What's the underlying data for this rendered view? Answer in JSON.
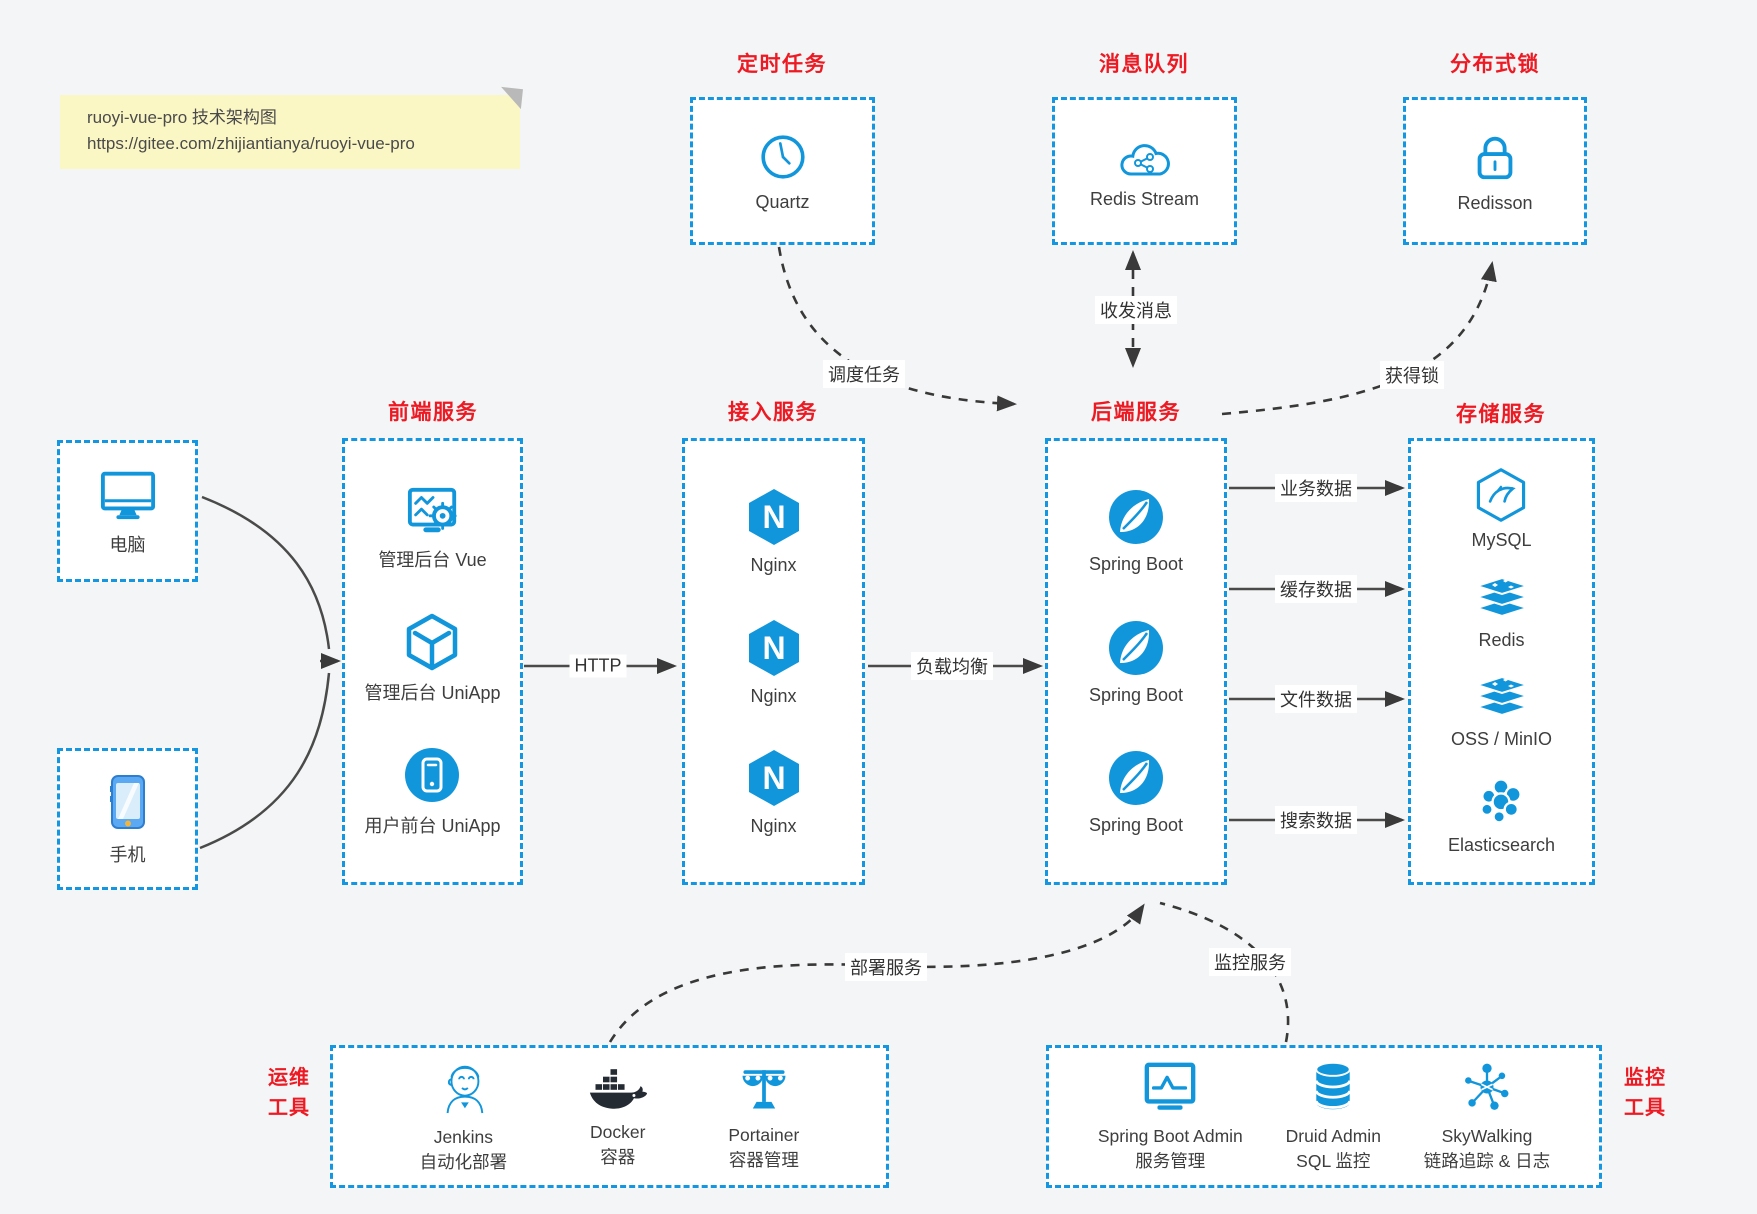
{
  "note": {
    "line1": "ruoyi-vue-pro 技术架构图",
    "line2": "https://gitee.com/zhijiantianya/ruoyi-vue-pro"
  },
  "colors": {
    "accent_blue": "#1296db",
    "box_border_blue": "#1496e0",
    "title_red": "#ed1a23",
    "arrow_dark": "#3a3a3a",
    "note_bg": "#fbf7c5",
    "page_bg": "#f4f5f6",
    "docker_dark": "#252b33"
  },
  "top": {
    "scheduler": {
      "title": "定时任务",
      "item": {
        "label": "Quartz",
        "icon": "quartz-clock-icon"
      }
    },
    "mq": {
      "title": "消息队列",
      "item": {
        "label": "Redis Stream",
        "icon": "redis-stream-cloud-icon"
      }
    },
    "lock": {
      "title": "分布式锁",
      "item": {
        "label": "Redisson",
        "icon": "redisson-lock-icon"
      }
    }
  },
  "clients": {
    "pc": {
      "label": "电脑",
      "icon": "desktop-computer-icon"
    },
    "mobile": {
      "label": "手机",
      "icon": "smartphone-icon"
    }
  },
  "columns": {
    "frontend": {
      "title": "前端服务",
      "items": [
        {
          "label": "管理后台 Vue",
          "icon": "admin-vue-icon"
        },
        {
          "label": "管理后台 UniApp",
          "icon": "admin-uniapp-cube-icon"
        },
        {
          "label": "用户前台 UniApp",
          "icon": "user-uniapp-phone-icon"
        }
      ]
    },
    "gateway": {
      "title": "接入服务",
      "items": [
        {
          "label": "Nginx",
          "icon": "nginx-icon"
        },
        {
          "label": "Nginx",
          "icon": "nginx-icon"
        },
        {
          "label": "Nginx",
          "icon": "nginx-icon"
        }
      ]
    },
    "backend": {
      "title": "后端服务",
      "items": [
        {
          "label": "Spring Boot",
          "icon": "spring-boot-icon"
        },
        {
          "label": "Spring Boot",
          "icon": "spring-boot-icon"
        },
        {
          "label": "Spring Boot",
          "icon": "spring-boot-icon"
        }
      ]
    },
    "storage": {
      "title": "存储服务",
      "items": [
        {
          "label": "MySQL",
          "icon": "mysql-icon"
        },
        {
          "label": "Redis",
          "icon": "redis-stack-icon"
        },
        {
          "label": "OSS / MinIO",
          "icon": "oss-minio-stack-icon"
        },
        {
          "label": "Elasticsearch",
          "icon": "elasticsearch-icon"
        }
      ]
    }
  },
  "bottom": {
    "ops": {
      "side_label": [
        "运维",
        "工具"
      ],
      "items": [
        {
          "name": "Jenkins",
          "desc": "自动化部署",
          "icon": "jenkins-icon"
        },
        {
          "name": "Docker",
          "desc": "容器",
          "icon": "docker-whale-icon"
        },
        {
          "name": "Portainer",
          "desc": "容器管理",
          "icon": "portainer-scales-icon"
        }
      ]
    },
    "monitor": {
      "side_label": [
        "监控",
        "工具"
      ],
      "items": [
        {
          "name": "Spring Boot Admin",
          "desc": "服务管理",
          "icon": "spring-boot-admin-icon"
        },
        {
          "name": "Druid Admin",
          "desc": "SQL 监控",
          "icon": "druid-database-icon"
        },
        {
          "name": "SkyWalking",
          "desc": "链路追踪 & 日志",
          "icon": "skywalking-icon"
        }
      ]
    }
  },
  "edges": {
    "http": "HTTP",
    "load_balance": "负载均衡",
    "biz_data": "业务数据",
    "cache_data": "缓存数据",
    "file_data": "文件数据",
    "search_data": "搜索数据",
    "schedule": "调度任务",
    "message": "收发消息",
    "acquire_lock": "获得锁",
    "deploy": "部署服务",
    "monitor": "监控服务"
  }
}
